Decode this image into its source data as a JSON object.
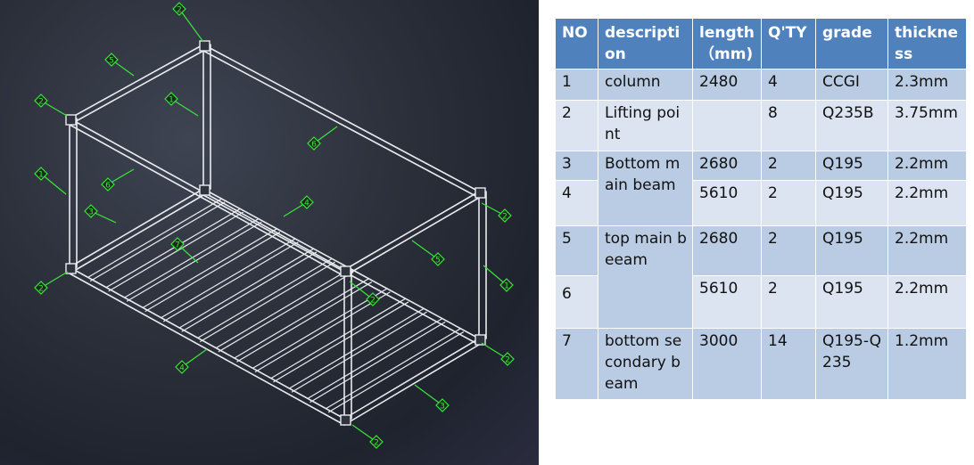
{
  "drawing": {
    "callouts": [
      "1",
      "2",
      "3",
      "4",
      "5",
      "6",
      "7"
    ],
    "line_color": "#e8ecef",
    "callout_color": "#39e639",
    "background": "#2b2f3a"
  },
  "table": {
    "headers": {
      "no": "NO",
      "description": "description",
      "length": "length（mm)",
      "qty": "Q'TY",
      "grade": "grade",
      "thickness": "thickness"
    },
    "rows": [
      {
        "no": "1",
        "description": "column",
        "length": "2480",
        "qty": "4",
        "grade": "CCGI",
        "thickness": "2.3mm"
      },
      {
        "no": "2",
        "description": "Lifting point",
        "length": "",
        "qty": "8",
        "grade": "Q235B",
        "thickness": "3.75mm"
      },
      {
        "no": "3",
        "description": "Bottom main beam",
        "length": "2680",
        "qty": "2",
        "grade": "Q195",
        "thickness": "2.2mm"
      },
      {
        "no": "4",
        "length": "5610",
        "qty": "2",
        "grade": "Q195",
        "thickness": "2.2mm"
      },
      {
        "no": "5",
        "description": "top main beeam",
        "length": "2680",
        "qty": "2",
        "grade": "Q195",
        "thickness": "2.2mm"
      },
      {
        "no": "6",
        "length": "5610",
        "qty": "2",
        "grade": "Q195",
        "thickness": "2.2mm"
      },
      {
        "no": "7",
        "description": "bottom secondary beam",
        "length": "3000",
        "qty": "14",
        "grade": "Q195-Q235",
        "thickness": "1.2mm"
      }
    ],
    "header_color": "#4f81bd",
    "row_color_light": "#dbe4f0",
    "row_color_dark": "#b9cce4"
  }
}
